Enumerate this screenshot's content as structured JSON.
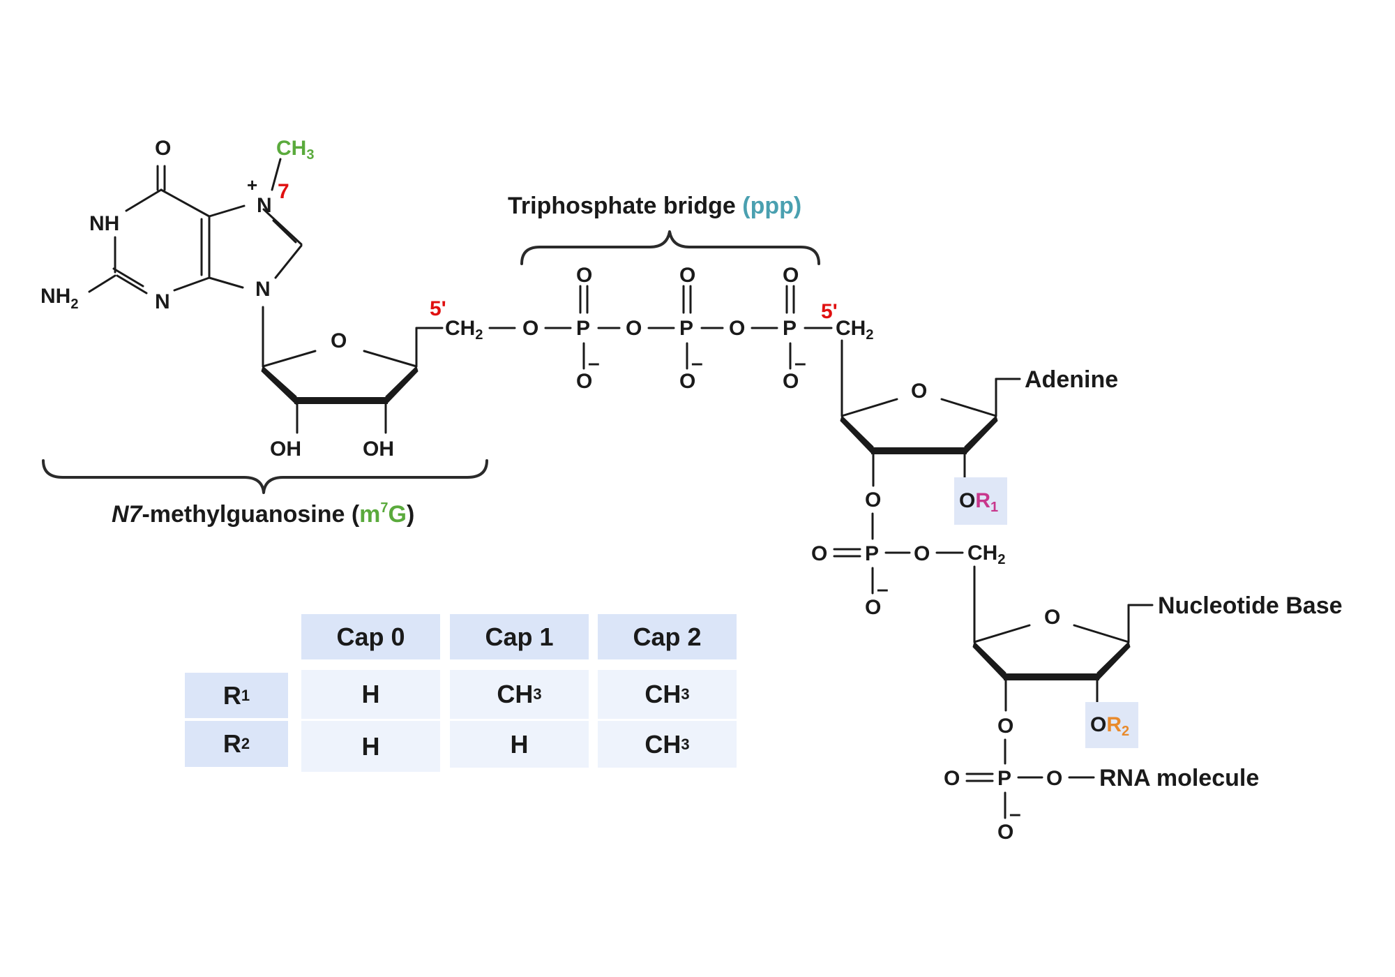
{
  "labels": {
    "m7g_prefix": "N7",
    "m7g_name": "-methylguanosine (",
    "m7g_abbr_m": "m",
    "m7g_abbr_sup": "7",
    "m7g_abbr_g": "G",
    "m7g_close": ")",
    "triphosphate": "Triphosphate bridge ",
    "triphosphate_abbr": "(ppp)",
    "adenine": "Adenine",
    "nucleotide_base": "Nucleotide Base",
    "rna_molecule": "RNA molecule"
  },
  "atoms": {
    "O": "O",
    "N": "N",
    "P": "P",
    "NH": "NH",
    "NH2_main": "NH",
    "NH2_sub": "2",
    "CH3_main": "CH",
    "CH3_sub": "3",
    "CH2_main": "CH",
    "CH2_sub": "2",
    "OH": "OH",
    "plus": "+",
    "minus": "–",
    "seven": "7",
    "five_prime": "5'",
    "R": "R",
    "sub1": "1",
    "sub2": "2"
  },
  "table": {
    "headers": [
      "Cap 0",
      "Cap 1",
      "Cap 2"
    ],
    "rows": [
      {
        "label_main": "R",
        "label_sub": "1",
        "cells": [
          {
            "main": "H",
            "sub": ""
          },
          {
            "main": "CH",
            "sub": "3"
          },
          {
            "main": "CH",
            "sub": "3"
          }
        ]
      },
      {
        "label_main": "R",
        "label_sub": "2",
        "cells": [
          {
            "main": "H",
            "sub": ""
          },
          {
            "main": "H",
            "sub": ""
          },
          {
            "main": "CH",
            "sub": "3"
          }
        ]
      }
    ]
  },
  "colors": {
    "five_prime": "#e01010",
    "methyl": "#5aaa3c",
    "ppp": "#4aa0b0",
    "r1": "#c8378c",
    "r2": "#e88a2c",
    "highlight": "#dfe7f7"
  }
}
